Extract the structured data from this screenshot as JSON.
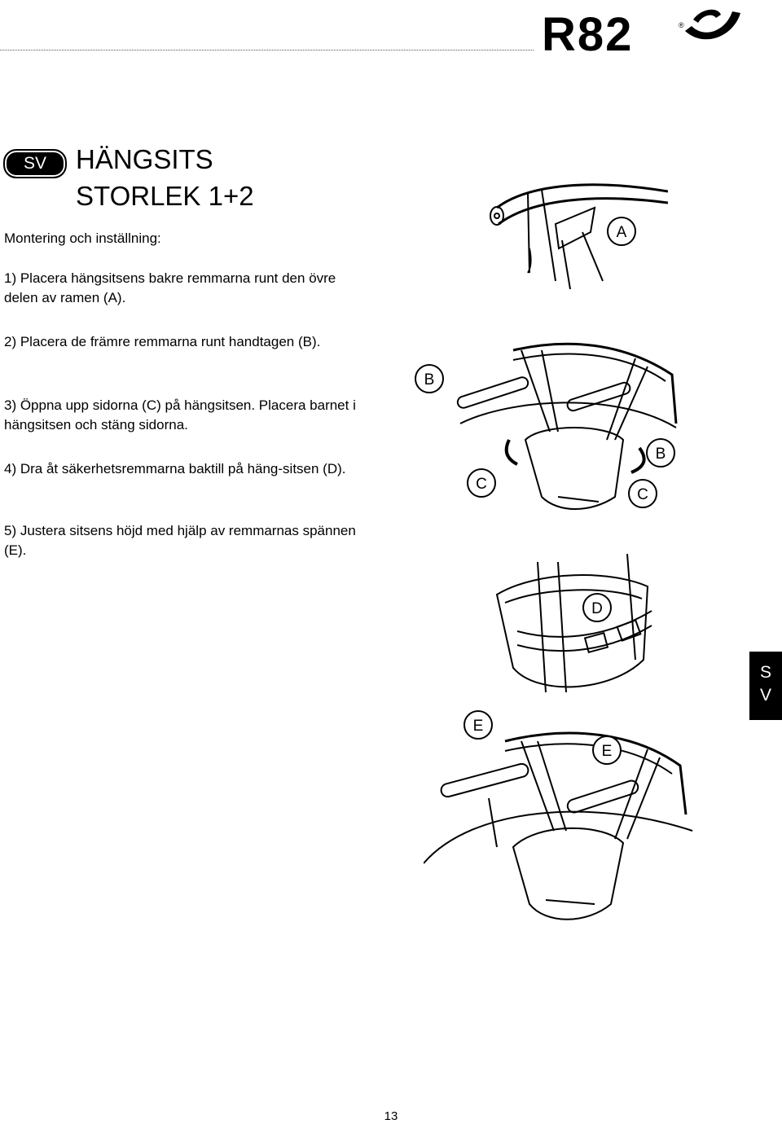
{
  "header": {
    "logo_text": "R82"
  },
  "lang_badge": "SV",
  "title": {
    "line1": "HÄNGSITS",
    "line2": "STORLEK 1+2"
  },
  "intro": "Montering och inställning:",
  "steps": [
    "1) Placera hängsitsens bakre remmarna runt den övre delen av ramen (A).",
    "2) Placera de främre remmarna runt handtagen (B).",
    "3) Öppna upp sidorna (C) på hängsitsen. Placera barnet i hängsitsen och stäng sidorna.",
    "4) Dra åt säkerhetsremmarna baktill på häng-sitsen (D).",
    "5) Justera sitsens höjd med hjälp av remmarnas spännen (E)."
  ],
  "figure_labels": {
    "fig1": [
      "A"
    ],
    "fig2": [
      "B",
      "B",
      "C",
      "C"
    ],
    "fig3": [
      "D"
    ],
    "fig4": [
      "E",
      "E"
    ]
  },
  "side_tab": {
    "line1": "S",
    "line2": "V"
  },
  "page_number": "13"
}
